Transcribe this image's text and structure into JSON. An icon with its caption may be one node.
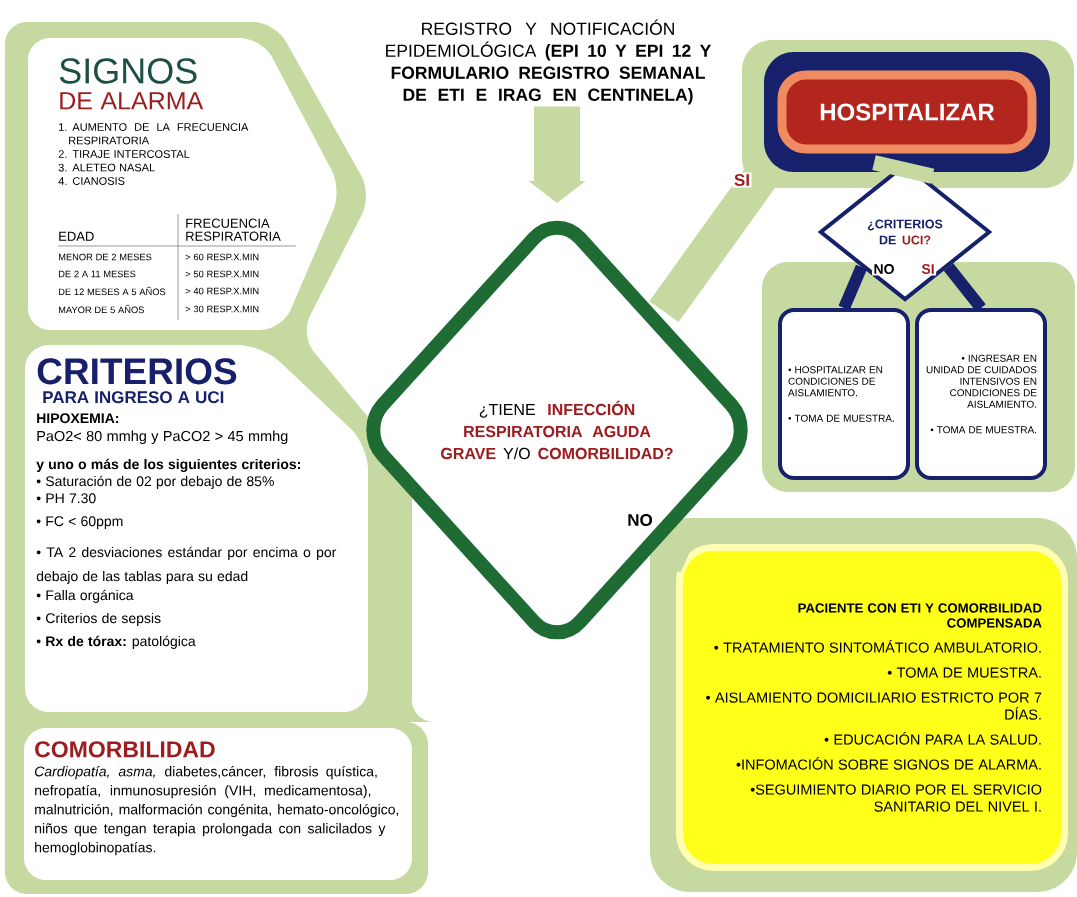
{
  "diagram": {
    "nodes": [
      {
        "text": [
          "REGISTRO Y NOTIFICACIÓN EPIDEMIOLÓGICA **(EPI 10 Y EPI 12 Y FORMULARIO REGISTRO SEMANAL DE ETI E IRAG EN CENTINELA)**"
        ]
      },
      {
        "text": [
          "SIGNOS",
          "DE ALARMA",
          "1. AUMENTO DE LA FRECUENCIA RESPIRATORIA",
          "2. TIRAJE INTERCOSTAL",
          "3. ALETEO NASAL",
          "4. CIANOSIS"
        ]
      },
      {
        "text": [
          "CRITERIOS",
          "PARA INGRESO A UCI",
          "HIPOXEMIA:",
          "PaO2< 80 mmhg y PaCO2 > 45 mmhg",
          "y uno o más de los siguientes criterios:",
          "• Saturación de 02 por debajo de 85%",
          "• PH 7.30",
          "• FC < 60ppm",
          "• TA 2 desviaciones estándar por encima o por debajo de las tablas para su edad",
          "• Falla orgánica",
          "• Criterios de sepsis",
          "• **Rx de tórax:** patológica"
        ]
      },
      {
        "text": [
          "COMORBILIDAD",
          "*Cardiopatía, asma,* diabetes,cáncer, fibrosis quística, nefropatía, inmunosupresión (VIH, medicamentosa), malnutrición, malformación congénita, hemato-oncológico, niños que tengan terapia prolongada con salicilados y hemoglobinopatías."
        ]
      },
      {
        "text": [
          "¿TIENE **INFECCIÓN RESPIRATORIA AGUDA GRAVE** Y/O **COMORBILIDAD?**"
        ]
      },
      {
        "text": [
          "HOSPITALIZAR"
        ]
      },
      {
        "text": [
          "¿CRITERIOS DE **UCI?**"
        ]
      },
      {
        "text": [
          "• HOSPITALIZAR EN CONDICIONES DE AISLAMIENTO.",
          "• TOMA DE MUESTRA."
        ]
      },
      {
        "text": [
          "• INGRESAR EN UNIDAD DE CUIDADOS INTENSIVOS EN CONDICIONES DE AISLAMIENTO.",
          "• TOMA DE MUESTRA."
        ]
      },
      {
        "text": [
          "PACIENTE CON ETI Y COMORBILIDAD COMPENSADA",
          "• TRATAMIENTO SINTOMÁTICO AMBULATORIO.",
          "• TOMA DE MUESTRA.",
          "• AISLAMIENTO DOMICILIARIO ESTRICTO POR 7 DÍAS.",
          "• EDUCACIÓN PARA LA SALUD.",
          "•INFOMACIÓN SOBRE SIGNOS DE ALARMA.",
          "•SEGUIMIENTO DIARIO POR EL SERVICIO SANITARIO DEL NIVEL I."
        ]
      }
    ],
    "edges": [
      {
        "from": 0,
        "to": 4,
        "arrow": "to"
      },
      {
        "from": 4,
        "to": 5,
        "arrow": "none",
        "label": "SI"
      },
      {
        "from": 4,
        "to": 9,
        "arrow": "none",
        "label": "NO"
      },
      {
        "from": 5,
        "to": 6,
        "arrow": "none"
      },
      {
        "from": 6,
        "to": 7,
        "arrow": "none",
        "label": "NO",
        "color": "#17206b"
      },
      {
        "from": 6,
        "to": 8,
        "arrow": "none",
        "label": "SI",
        "color": "#17206b"
      }
    ],
    "labels": [
      "EDAD",
      "FRECUENCIA RESPIRATORIA",
      "MENOR DE 2 MESES",
      "> 60 RESP.X.MIN",
      "DE 2 A 11 MESES",
      "> 50 RESP.X.MIN",
      "DE 12 MESES A 5 AÑOS",
      "> 40 RESP.X.MIN",
      "MAYOR DE 5 AÑOS",
      "> 30 RESP.X.MIN"
    ]
  }
}
